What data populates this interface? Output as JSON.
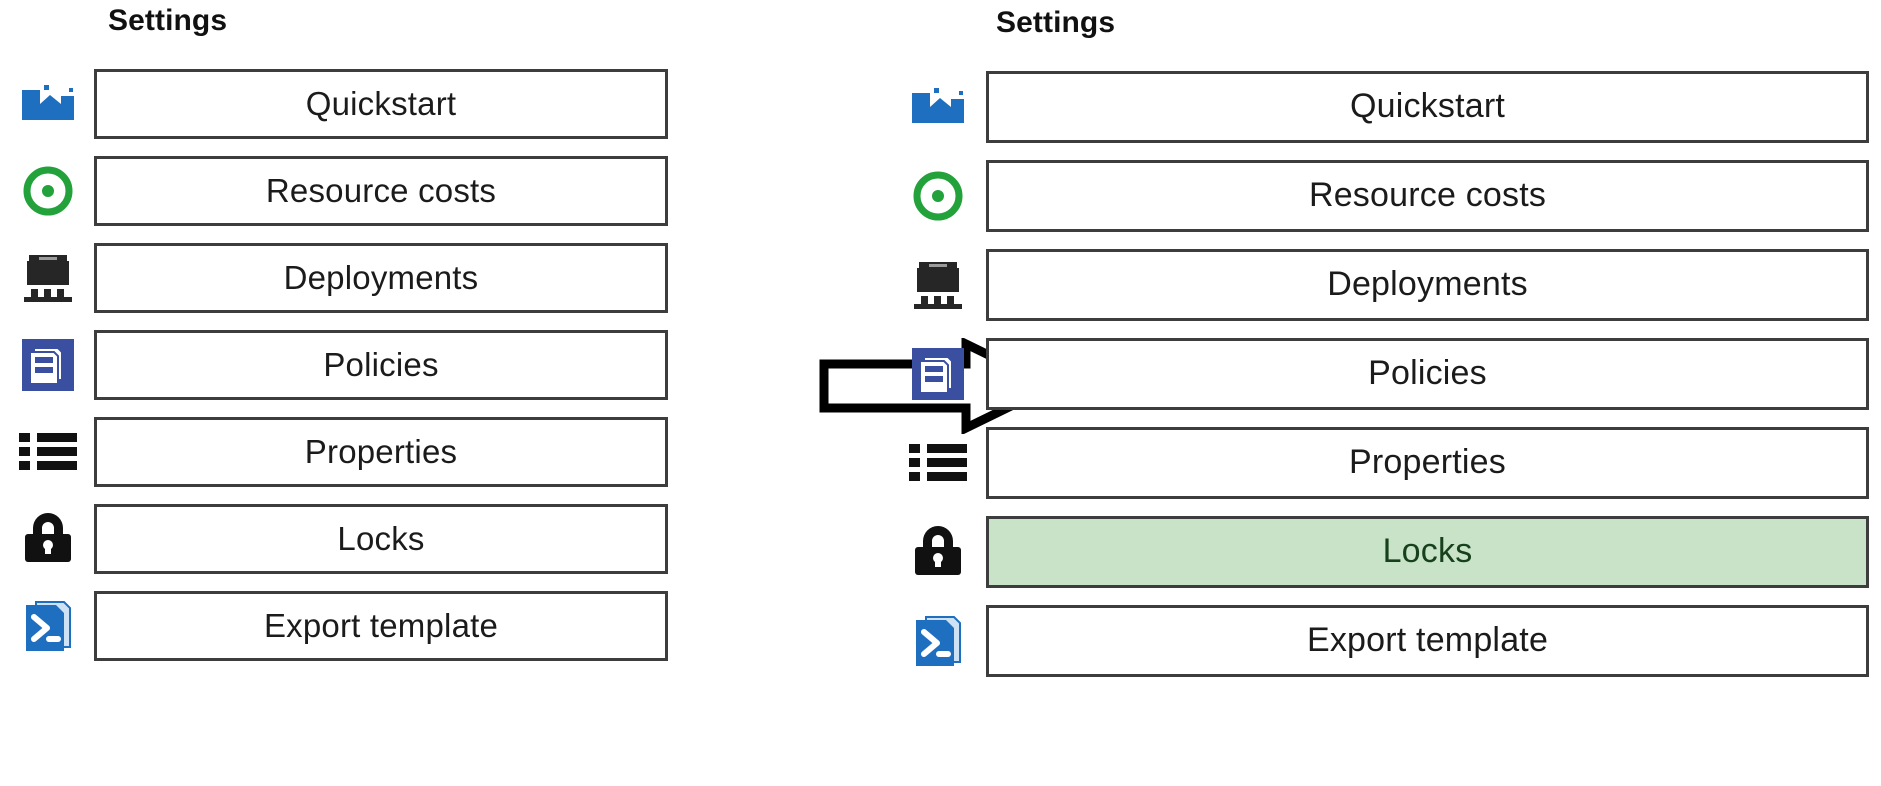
{
  "colors": {
    "selected_background": "#c8e3c8",
    "selected_text": "#17401c",
    "box_border": "#3d3d3d",
    "page_background": "#ffffff",
    "icon_blue": "#1f6fc0",
    "icon_green": "#23a13b",
    "icon_dark": "#262626",
    "icon_policy_blue": "#3b4fa0",
    "arrow_stroke": "#000000"
  },
  "panels": [
    {
      "id": "before",
      "title": "Settings",
      "items": [
        {
          "label": "Quickstart",
          "icon": "quickstart-icon",
          "selected": false
        },
        {
          "label": "Resource costs",
          "icon": "resource-costs-icon",
          "selected": false
        },
        {
          "label": "Deployments",
          "icon": "deployments-icon",
          "selected": false
        },
        {
          "label": "Policies",
          "icon": "policies-icon",
          "selected": false
        },
        {
          "label": "Properties",
          "icon": "properties-icon",
          "selected": false
        },
        {
          "label": "Locks",
          "icon": "locks-icon",
          "selected": false
        },
        {
          "label": "Export template",
          "icon": "export-template-icon",
          "selected": false
        }
      ]
    },
    {
      "id": "after",
      "title": "Settings",
      "items": [
        {
          "label": "Quickstart",
          "icon": "quickstart-icon",
          "selected": false
        },
        {
          "label": "Resource costs",
          "icon": "resource-costs-icon",
          "selected": false
        },
        {
          "label": "Deployments",
          "icon": "deployments-icon",
          "selected": false
        },
        {
          "label": "Policies",
          "icon": "policies-icon",
          "selected": false
        },
        {
          "label": "Properties",
          "icon": "properties-icon",
          "selected": false
        },
        {
          "label": "Locks",
          "icon": "locks-icon",
          "selected": true
        },
        {
          "label": "Export template",
          "icon": "export-template-icon",
          "selected": false
        }
      ]
    }
  ],
  "arrow": {
    "name": "right-arrow",
    "direction": "right"
  }
}
